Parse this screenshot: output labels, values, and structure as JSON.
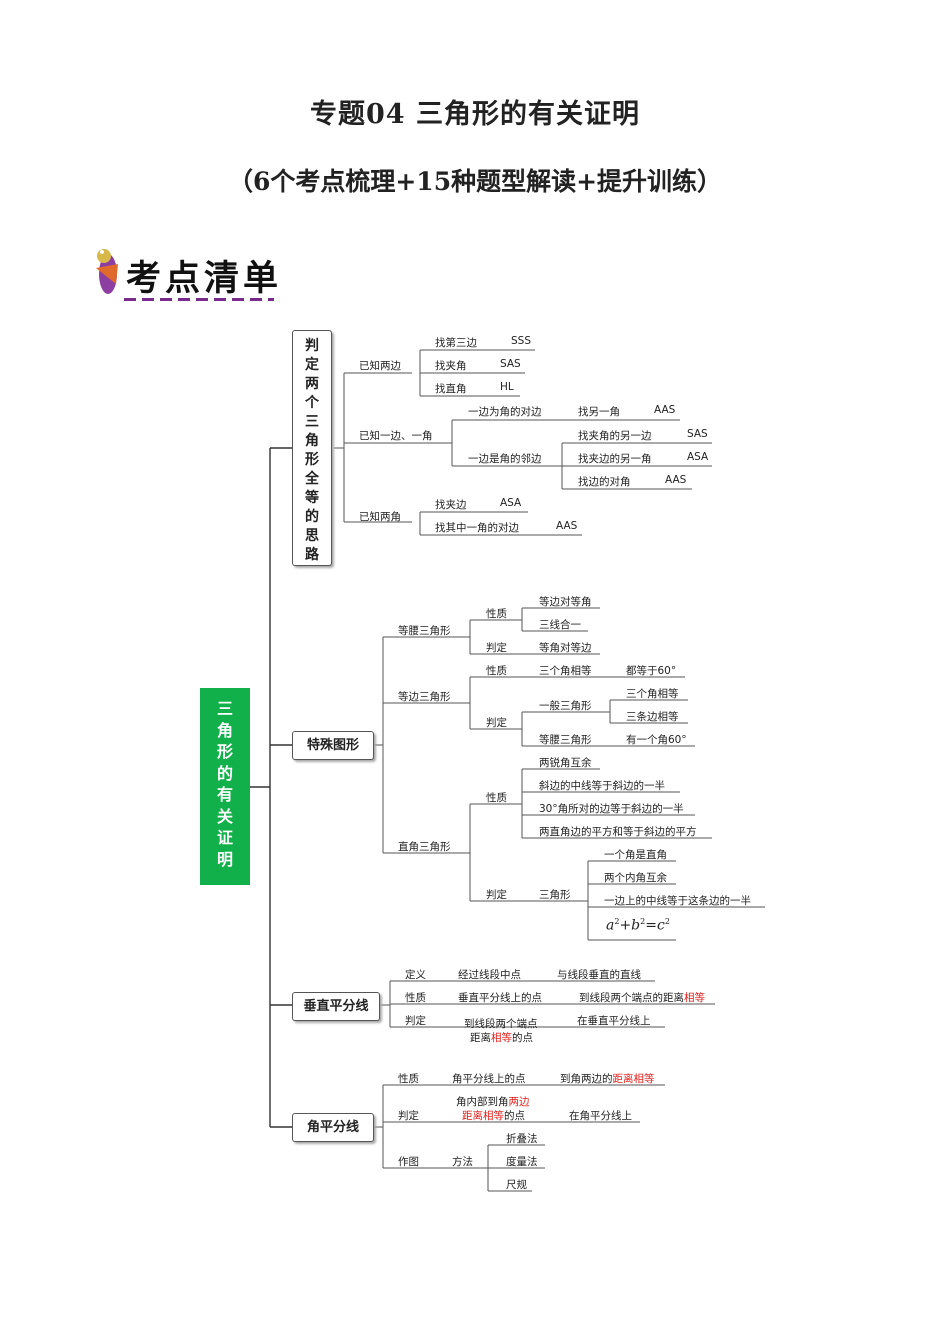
{
  "header": {
    "title": "专题04  三角形的有关证明",
    "subtitle": "（6个考点梳理+15种题型解读+提升训练）"
  },
  "logo": {
    "text": "考点清单"
  },
  "root": {
    "label": "三角形的有关证明"
  },
  "branch1": {
    "label": "判定两个三角形全等的思路",
    "two_sides": "已知两边",
    "find_third": "找第三边",
    "sss": "SSS",
    "find_included_angle": "找夹角",
    "sas": "SAS",
    "find_right_angle": "找直角",
    "hl": "HL",
    "side_angle": "已知一边、一角",
    "side_opposite": "一边为角的对边",
    "find_other_angle": "找另一角",
    "aas": "AAS",
    "side_adjacent": "一边是角的邻边",
    "find_included_other_side": "找夹角的另一边",
    "sas2": "SAS",
    "find_other_angle_included": "找夹边的另一角",
    "asa": "ASA",
    "find_opposite_angle": "找边的对角",
    "aas2": "AAS",
    "two_angles": "已知两角",
    "find_included_side": "找夹边",
    "asa2": "ASA",
    "find_opposite_side": "找其中一角的对边",
    "aas3": "AAS"
  },
  "branch2": {
    "label": "特殊图形",
    "isosceles": "等腰三角形",
    "iso_property": "性质",
    "iso_p1": "等边对等角",
    "iso_p2": "三线合一",
    "iso_judge": "判定",
    "iso_j1": "等角对等边",
    "equilateral": "等边三角形",
    "eq_property": "性质",
    "eq_p1": "三个角相等",
    "eq_p1b": "都等于60°",
    "eq_judge": "判定",
    "eq_general": "一般三角形",
    "eq_g1": "三个角相等",
    "eq_g2": "三条边相等",
    "eq_iso": "等腰三角形",
    "eq_iso1": "有一个角60°",
    "right": "直角三角形",
    "rt_property": "性质",
    "rt_p1": "两锐角互余",
    "rt_p2": "斜边的中线等于斜边的一半",
    "rt_p3": "30°角所对的边等于斜边的一半",
    "rt_p4": "两直角边的平方和等于斜边的平方",
    "rt_judge": "判定",
    "rt_tri": "三角形",
    "rt_j1": "一个角是直角",
    "rt_j2": "两个内角互余",
    "rt_j3": "一边上的中线等于这条边的一半"
  },
  "branch3": {
    "label": "垂直平分线",
    "def": "定义",
    "def1": "经过线段中点",
    "def2": "与线段垂直的直线",
    "prop": "性质",
    "prop1": "垂直平分线上的点",
    "prop2a": "到线段两个端点的距离",
    "prop2b": "相等",
    "judge": "判定",
    "judge1a": "到线段两个端点",
    "judge1b": "距离",
    "judge1c": "相等",
    "judge1d": "的点",
    "judge2": "在垂直平分线上"
  },
  "branch4": {
    "label": "角平分线",
    "prop": "性质",
    "prop1": "角平分线上的点",
    "prop2a": "到角两边的",
    "prop2b": "距离相等",
    "judge": "判定",
    "judge1a": "角内部到角",
    "judge1b": "两边",
    "judge1c": "距离相等",
    "judge1d": "的点",
    "judge2": "在角平分线上",
    "draw": "作图",
    "method": "方法",
    "m1": "折叠法",
    "m2": "度量法",
    "m3": "尺规"
  }
}
